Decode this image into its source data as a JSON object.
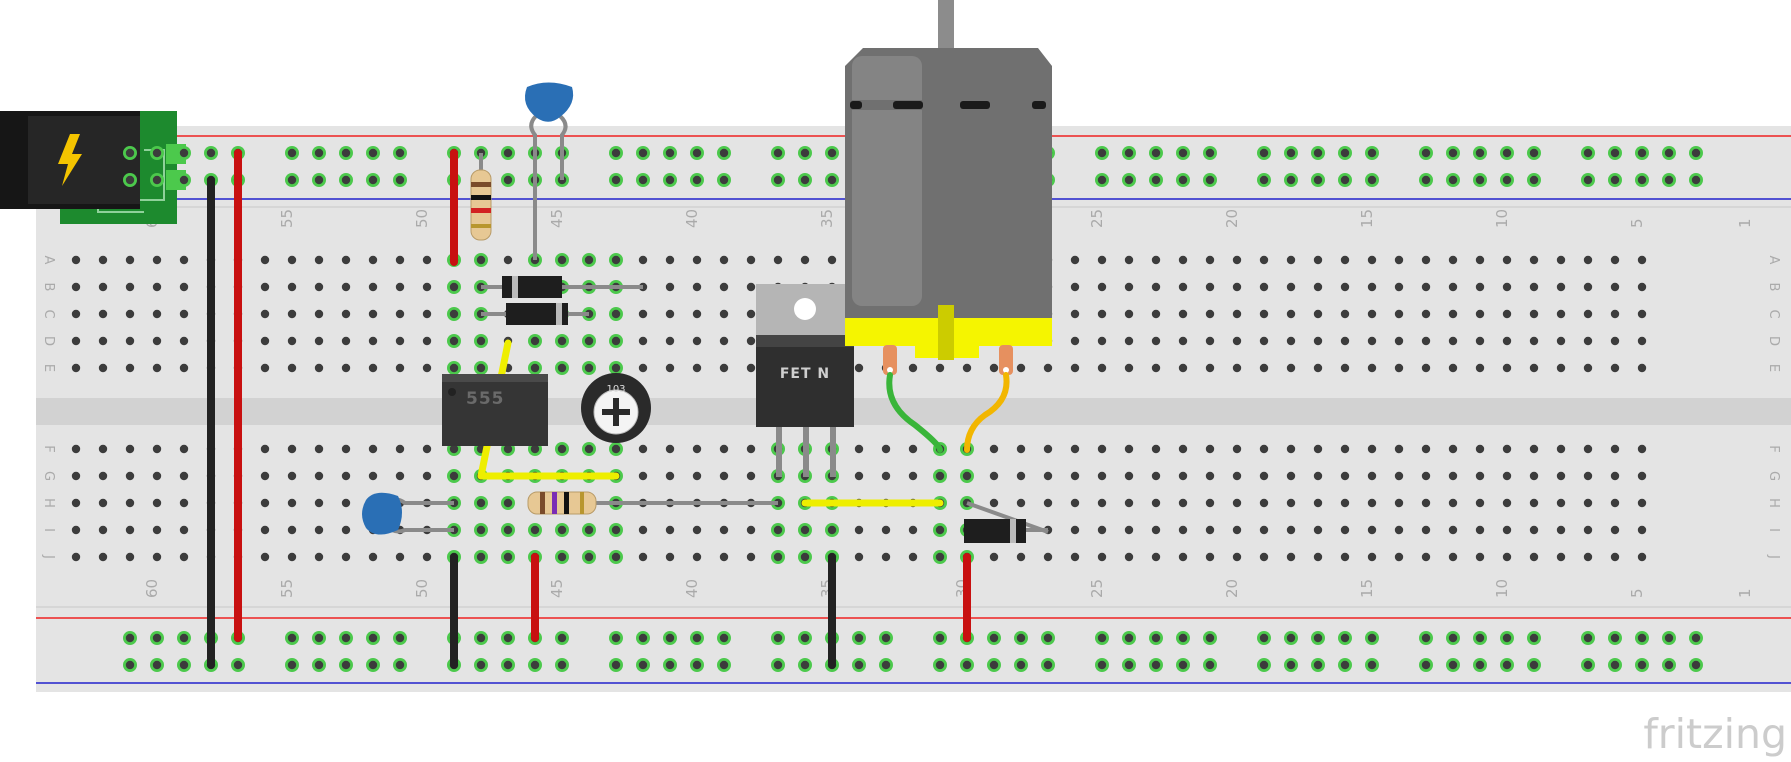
{
  "breadboard": {
    "column_labels": [
      "60",
      "55",
      "50",
      "45",
      "40",
      "35",
      "30",
      "25",
      "20",
      "15",
      "10",
      "5",
      "1"
    ],
    "row_labels_top": [
      "A",
      "B",
      "C",
      "D",
      "E"
    ],
    "row_labels_bottom": [
      "F",
      "G",
      "H",
      "I",
      "J"
    ]
  },
  "components": {
    "timer_ic_label": "555",
    "mosfet_label": "FET N",
    "pot_label": "103"
  },
  "watermark": "fritzing",
  "colors": {
    "board": "#e4e4e4",
    "hole": "#3c3c3c",
    "active_hole": "#4cc94c",
    "rail_red": "#ee2222",
    "rail_blue": "#2222cc",
    "wire_red": "#c81010",
    "wire_black": "#222222",
    "wire_yellow": "#eeee00",
    "wire_green": "#3ab53a",
    "wire_orange": "#f2b600",
    "motor_body": "#707070",
    "motor_cap": "#f5f500",
    "capacitor": "#2a6fb5",
    "power_board": "#1d8a2e"
  }
}
